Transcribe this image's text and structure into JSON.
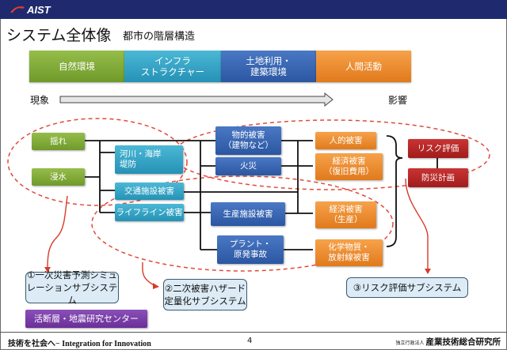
{
  "header": {
    "logo_text": "AIST",
    "logo_color": "#e23b2e",
    "bar_color": "#1f2a6e"
  },
  "title": "システム全体像",
  "subtitle": "都市の階層構造",
  "layers": [
    {
      "label_lines": [
        "自然環境"
      ],
      "color": "green"
    },
    {
      "label_lines": [
        "インフラ",
        "ストラクチャー"
      ],
      "color": "cyan"
    },
    {
      "label_lines": [
        "土地利用・",
        "建築環境"
      ],
      "color": "blue"
    },
    {
      "label_lines": [
        "人間活動"
      ],
      "color": "orange"
    }
  ],
  "arrow": {
    "start_label": "現象",
    "end_label": "影響"
  },
  "nodes": {
    "shaking": "揺れ",
    "flooding": "浸水",
    "river_coast_1": "河川・海岸",
    "river_coast_2": "堤防",
    "transport": "交通施設被害",
    "lifeline": "ライフライン被害",
    "physical_1": "物的被害",
    "physical_2": "（建物など）",
    "fire": "火災",
    "production_facility": "生産施設被害",
    "plant_1": "プラント・",
    "plant_2": "原発事故",
    "human": "人的被害",
    "econ_recovery_1": "経済被害",
    "econ_recovery_2": "（復旧費用）",
    "econ_production_1": "経済被害",
    "econ_production_2": "（生産）",
    "chemical_1": "化学物質・",
    "chemical_2": "放射線被害",
    "risk_eval": "リスク評価",
    "disaster_plan": "防災計画"
  },
  "subsystems": {
    "s1_line1": "①一次災害予測シミュ",
    "s1_line2": "レーションサブシステム",
    "s2_line1": "②二次被害ハザード",
    "s2_line2": "定量化サブシステム",
    "s3": "③リスク評価サブシステム"
  },
  "center_label": "活断層・地震研究センター",
  "footer": {
    "left": "技術を社会へ− Integration for Innovation",
    "page_number": "4",
    "org_prefix": "独立行政法人",
    "org_name": "産業技術総合研究所"
  },
  "colors": {
    "green": "#7ea737",
    "cyan": "#2fa3c6",
    "blue": "#3563b2",
    "orange": "#ee8a2c",
    "red": "#b32626",
    "purple": "#7a3fa8",
    "dashed_ellipse": "#e04a3a",
    "subsystem_fill": "#dcebf5"
  }
}
